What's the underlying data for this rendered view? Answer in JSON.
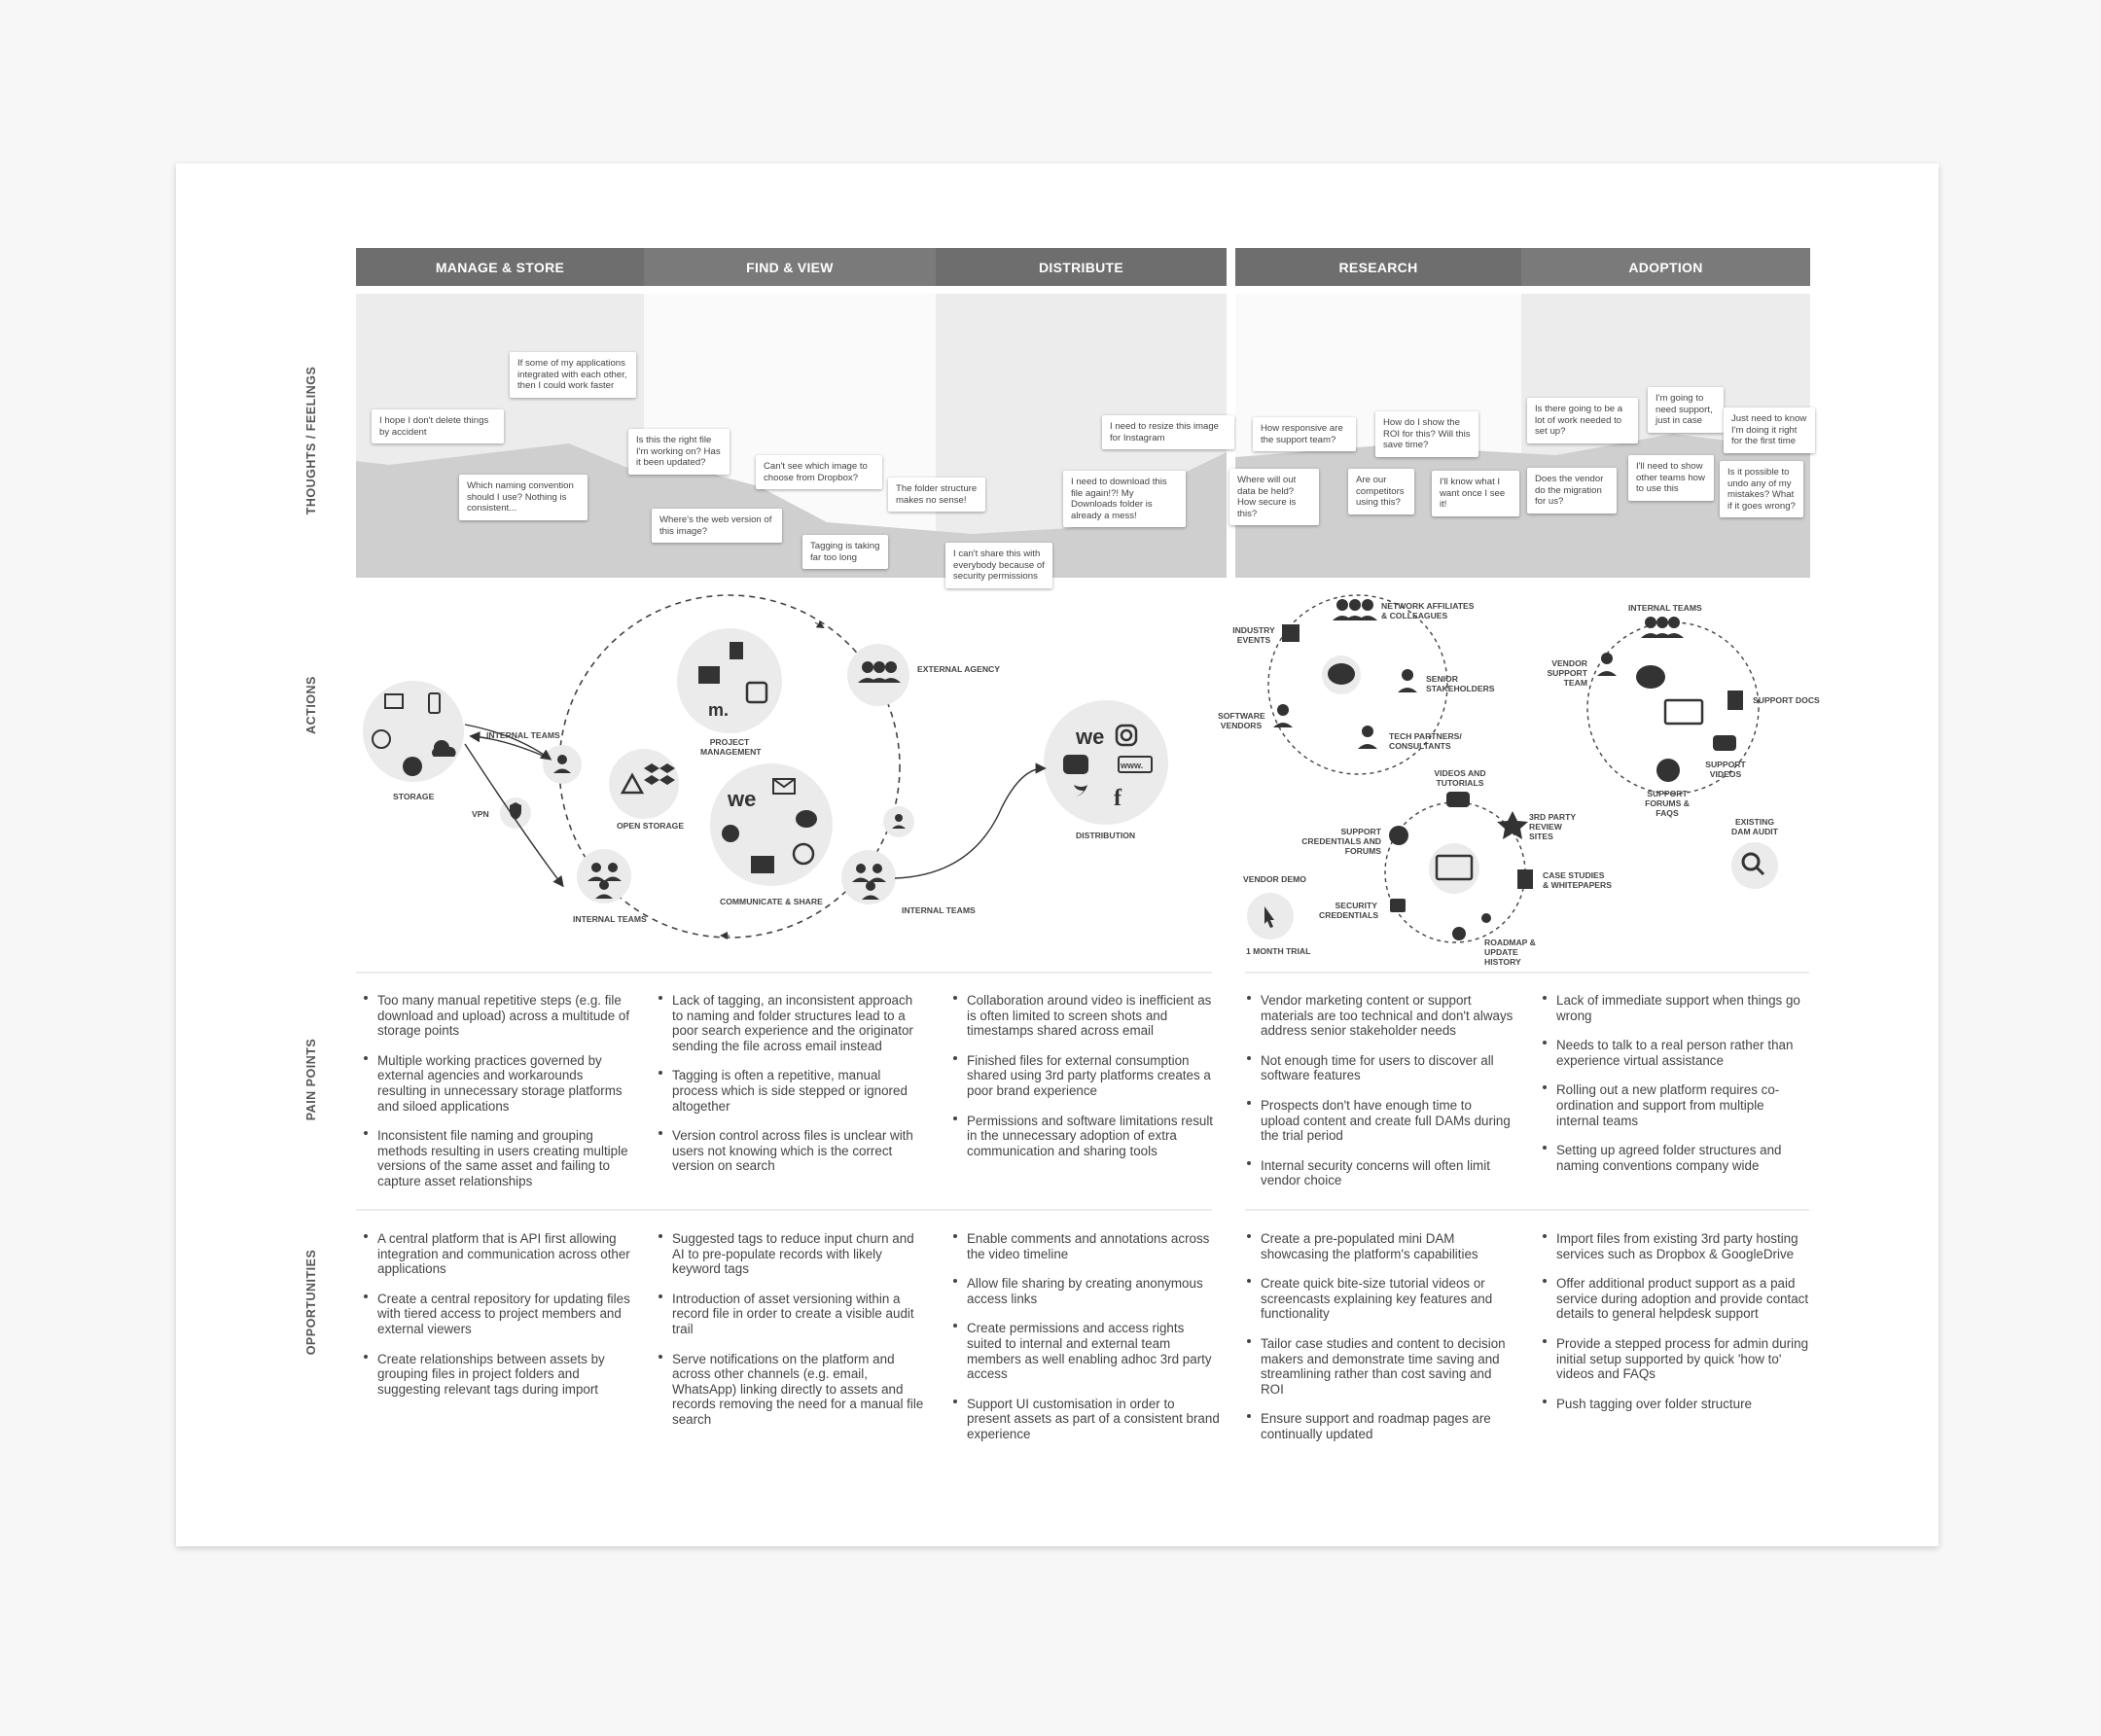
{
  "phases": [
    "MANAGE & STORE",
    "FIND & VIEW",
    "DISTRIBUTE",
    "RESEARCH",
    "ADOPTION"
  ],
  "row_labels": {
    "thoughts": "THOUGHTS / FEELINGS",
    "actions": "ACTIONS",
    "pain": "PAIN POINTS",
    "opps": "OPPORTUNITIES"
  },
  "thoughts": [
    "I hope I don't delete things by accident",
    "If some of my applications integrated with each other, then I could work faster",
    "Which naming convention should I use? Nothing is consistent...",
    "Is this the right file I'm working on? Has it been updated?",
    "Where's the web version of this image?",
    "Can't see which image to choose from Dropbox?",
    "Tagging is taking far too long",
    "The folder structure makes no sense!",
    "I can't share this with everybody because of security permissions",
    "I need to download this file again!?! My Downloads folder is already a mess!",
    "I need to resize this image for Instagram",
    "How responsive are the support team?",
    "Where will out data be held? How secure is this?",
    "Are our competitors using this?",
    "How do I show the ROI for this? Will this save time?",
    "I'll know what I want once I see it!",
    "Is there going to be a lot of work needed to set up?",
    "Does the vendor do the migration for us?",
    "I'm going to need support, just in case",
    "I'll need to show other teams how to use this",
    "Just need to know I'm doing it right for the first time",
    "Is it possible to undo any of my mistakes? What if it goes wrong?"
  ],
  "actions": {
    "storage": "STORAGE",
    "internal_teams_top": "INTERNAL TEAMS",
    "vpn": "VPN",
    "open_storage": "OPEN STORAGE",
    "project_management": "PROJECT MANAGEMENT",
    "communicate_share": "COMMUNICATE & SHARE",
    "external_agency": "EXTERNAL AGENCY",
    "internal_teams_bottom": "INTERNAL TEAMS",
    "internal_teams_right": "INTERNAL TEAMS",
    "distribution": "DISTRIBUTION",
    "industry_events": "INDUSTRY EVENTS",
    "network_affiliates": "NETWORK AFFILIATES & COLLEAGUES",
    "senior_stakeholders": "SENIOR STAKEHOLDERS",
    "software_vendors": "SOFTWARE VENDORS",
    "tech_partners": "TECH PARTNERS/ CONSULTANTS",
    "videos_tutorials": "VIDEOS AND TUTORIALS",
    "review_sites": "3RD PARTY REVIEW SITES",
    "support_credentials": "SUPPORT CREDENTIALS AND FORUMS",
    "case_studies": "CASE STUDIES & WHITEPAPERS",
    "security_credentials": "SECURITY CREDENTIALS",
    "roadmap": "ROADMAP & UPDATE HISTORY",
    "vendor_demo": "VENDOR DEMO",
    "month_trial": "1 MONTH TRIAL",
    "internal_teams_adopt": "INTERNAL TEAMS",
    "vendor_support": "VENDOR SUPPORT TEAM",
    "support_docs": "SUPPORT DOCS",
    "support_videos": "SUPPORT VIDEOS",
    "support_forums": "SUPPORT FORUMS & FAQS",
    "existing_dam": "EXISTING DAM AUDIT",
    "www": "www."
  },
  "pain_points": [
    [
      "Too many manual repetitive steps (e.g. file download and upload) across a multitude of storage points",
      "Multiple working practices governed by external agencies and workarounds resulting in unnecessary storage platforms and siloed applications",
      "Inconsistent file naming and grouping methods resulting in users creating multiple versions of the same asset and failing to capture asset relationships"
    ],
    [
      "Lack of tagging, an inconsistent approach to naming and folder structures lead to a poor search experience and the originator sending the file across email instead",
      "Tagging is often a repetitive, manual process which is side stepped or ignored altogether",
      "Version control across files is unclear with users not knowing which is the correct version on search"
    ],
    [
      "Collaboration around video is inefficient as is often limited to screen shots and timestamps shared across email",
      "Finished files for external consumption shared using 3rd party platforms creates a poor brand experience",
      "Permissions and software limitations result in the unnecessary adoption of extra communication and sharing tools"
    ],
    [
      "Vendor marketing content or support materials are too technical and don't always address senior stakeholder needs",
      "Not enough time for users to discover all software features",
      "Prospects don't have enough time to upload content and create full DAMs during the trial period",
      "Internal security concerns will often limit vendor choice"
    ],
    [
      "Lack of immediate support when things go wrong",
      "Needs to talk to a real person rather than experience virtual assistance",
      "Rolling out a new platform requires co-ordination and support from multiple internal teams",
      "Setting up agreed folder structures and naming conventions company wide"
    ]
  ],
  "opportunities": [
    [
      "A central platform that is API first allowing integration and communication across other applications",
      "Create a central repository for updating files with tiered access to project members and external viewers",
      "Create relationships between assets by grouping files in project folders and suggesting relevant tags during import"
    ],
    [
      "Suggested tags to reduce input churn and AI to pre-populate records with likely keyword tags",
      "Introduction of asset versioning within a record file in order to create a visible audit trail",
      "Serve notifications on the platform and across other channels (e.g. email, WhatsApp) linking directly to assets and records removing the need for a manual file search"
    ],
    [
      "Enable comments and annotations across the video timeline",
      "Allow file sharing by creating anonymous access links",
      "Create permissions and access rights suited to internal and external team members as well enabling adhoc 3rd party access",
      "Support UI customisation in order to present assets as part of a consistent brand experience"
    ],
    [
      "Create a pre-populated mini DAM showcasing the platform's capabilities",
      "Create quick bite-size tutorial videos or screencasts explaining key features and functionality",
      "Tailor case studies and content to decision makers and demonstrate time saving and streamlining rather than cost saving and ROI",
      "Ensure support and roadmap pages are continually updated"
    ],
    [
      "Import files from existing 3rd party hosting services such as Dropbox & GoogleDrive",
      "Offer additional product support as a paid service during adoption and provide contact details to general helpdesk support",
      "Provide a stepped process for admin during initial setup supported by quick 'how to' videos and FAQs",
      "Push tagging over folder structure"
    ]
  ]
}
